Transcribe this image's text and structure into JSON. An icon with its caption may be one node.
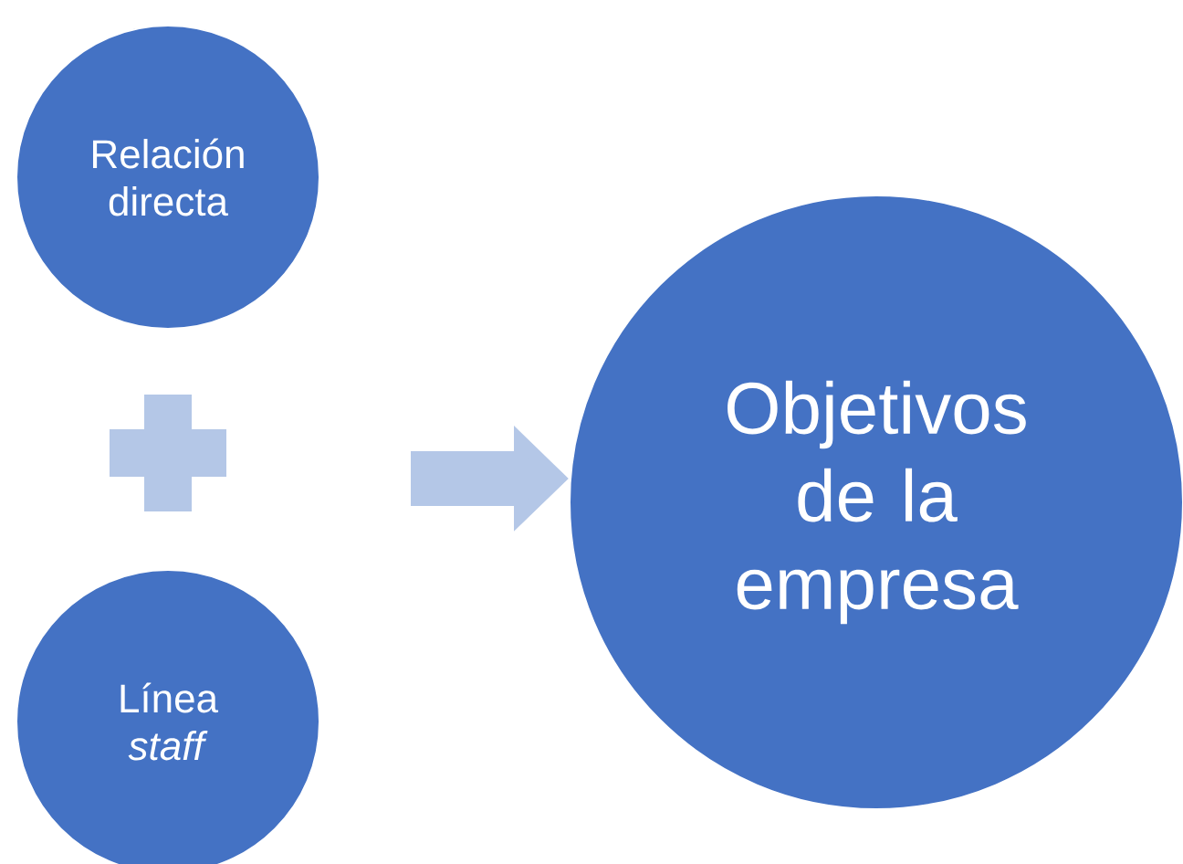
{
  "diagram": {
    "nodes": [
      {
        "text": [
          "Relación directa"
        ]
      },
      {
        "text": [
          "Línea *staff*"
        ]
      },
      {
        "text": [
          "Objetivos de la empresa"
        ]
      }
    ],
    "edges": [
      {
        "from": null,
        "to": 2,
        "arrow": "to"
      }
    ]
  }
}
